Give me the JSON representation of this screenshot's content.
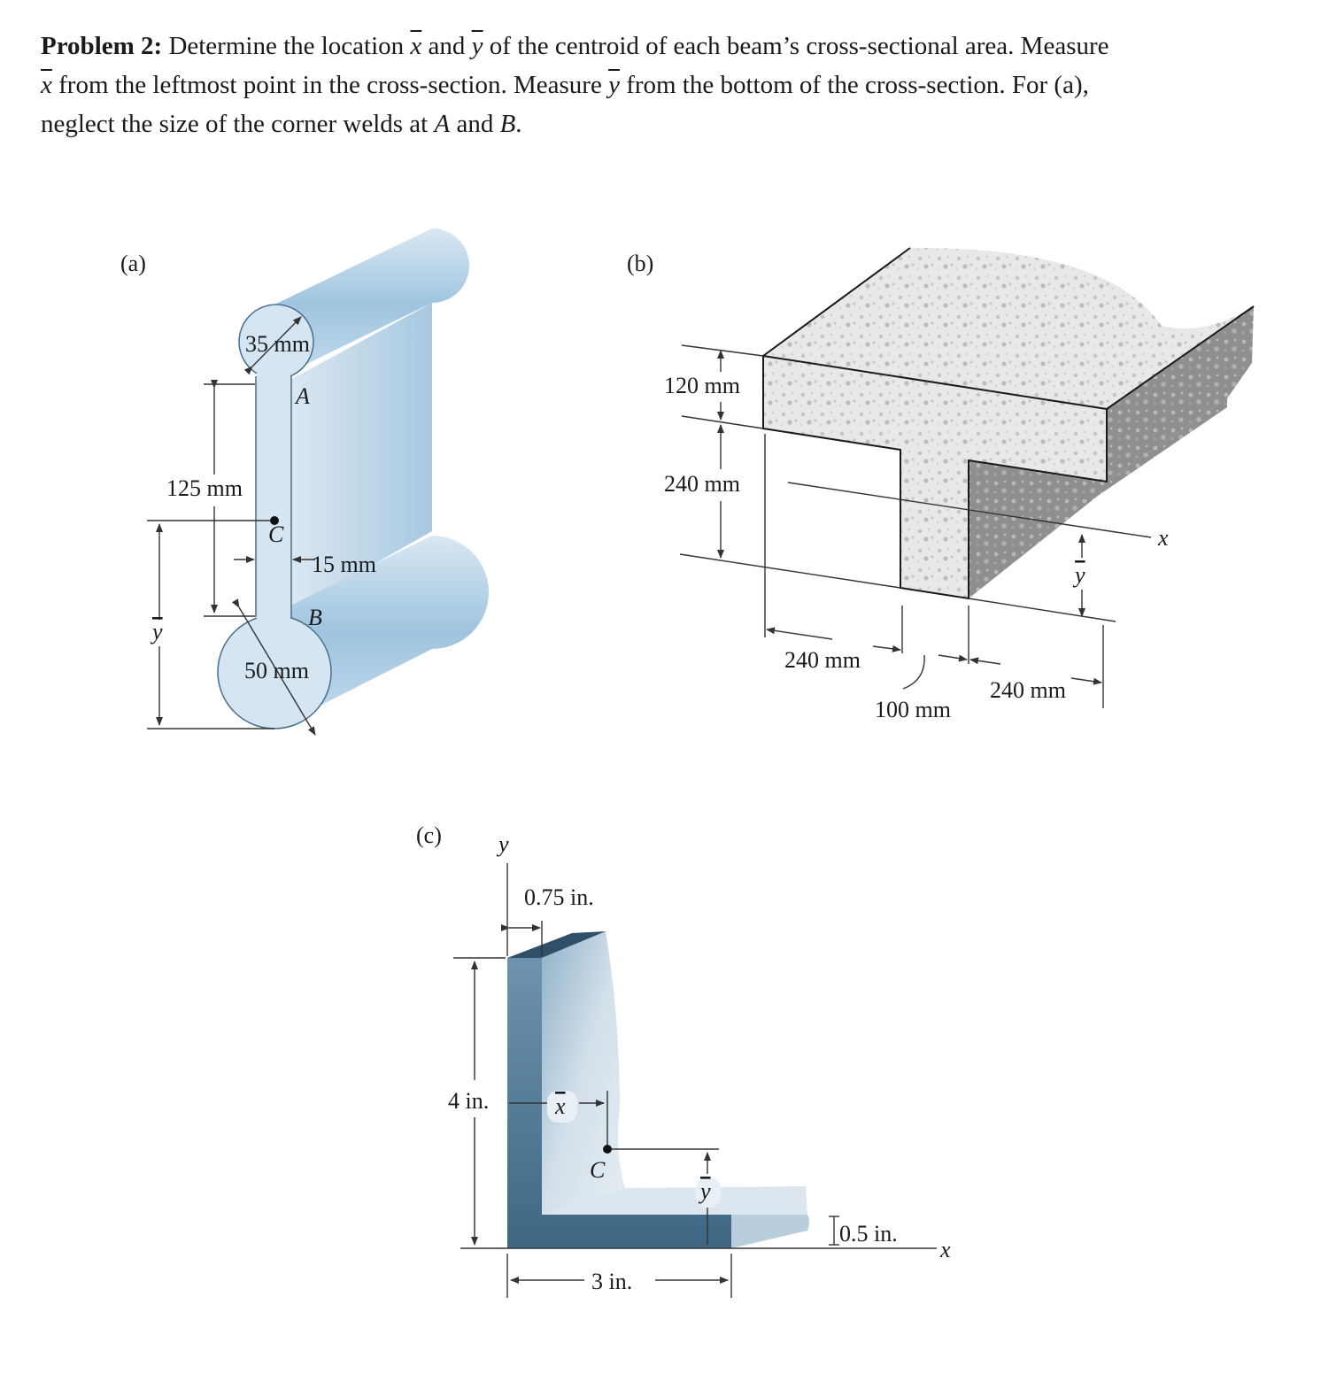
{
  "problem": {
    "heading": "Problem 2:",
    "line1_a": " Determine the location ",
    "xbar": "x",
    "line1_b": " and ",
    "ybar": "y",
    "line1_c": " of the centroid of each beam’s cross-sectional area. Measure",
    "line2_a": " from the leftmost point in the cross-section. Measure ",
    "line2_b": " from the bottom of the cross-section. For (a),",
    "line3_a": "neglect the size of the corner welds at ",
    "pointA": "A",
    "and": " and ",
    "pointB": "B",
    "period": "."
  },
  "figures": {
    "a": {
      "tag": "(a)",
      "top_diameter": "35 mm",
      "web_height": "125 mm",
      "web_thickness": "15 mm",
      "bottom_diameter": "50 mm",
      "weld_top": "A",
      "weld_bottom": "B",
      "centroid": "C",
      "ybar_label": "y"
    },
    "b": {
      "tag": "(b)",
      "flange_thickness": "120 mm",
      "stem_height": "240 mm",
      "flange_left": "240 mm",
      "stem_width": "100 mm",
      "flange_right": "240 mm",
      "x_axis": "x",
      "ybar_label": "y"
    },
    "c": {
      "tag": "(c)",
      "y_axis": "y",
      "leg_thickness_top": "0.75 in.",
      "height": "4 in.",
      "xbar_label": "x",
      "centroid": "C",
      "ybar_label": "y",
      "leg_thickness_bottom": "0.5 in.",
      "width": "3 in.",
      "x_axis": "x"
    }
  },
  "colors": {
    "steel_light": "#c9dcea",
    "steel_mid": "#a9c9e2",
    "steel_dark": "#4f7897",
    "concrete": "#e6e6e6",
    "concrete_dark": "#9a9a9a"
  }
}
